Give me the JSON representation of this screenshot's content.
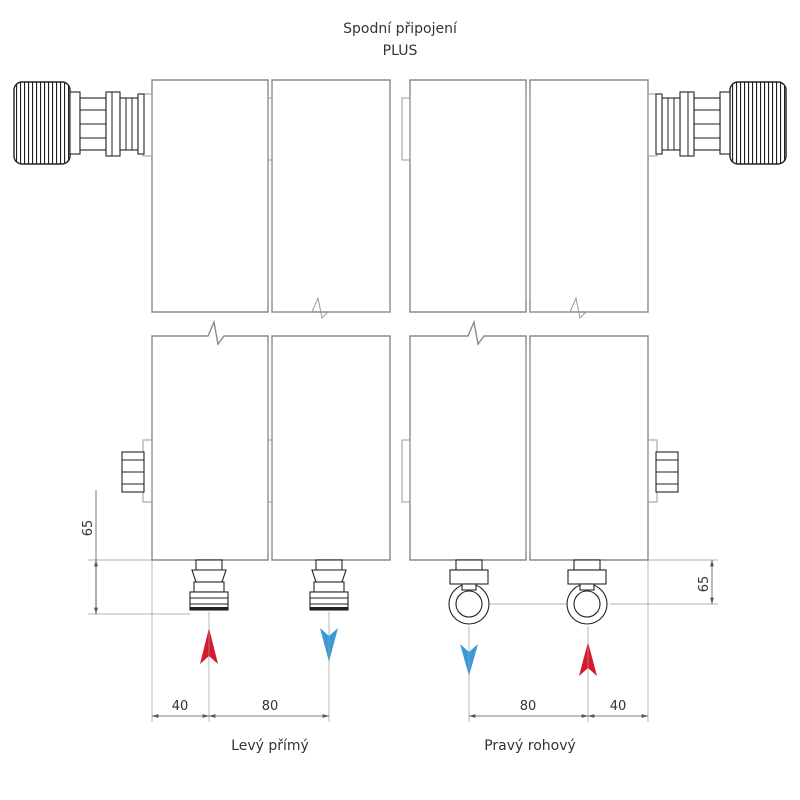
{
  "title": {
    "line1": "Spodní připojení",
    "line2": "PLUS"
  },
  "dimensions": {
    "left_vertical": "65",
    "right_vertical": "65",
    "left_offset": "40",
    "left_spacing": "80",
    "right_spacing": "80",
    "right_offset": "40"
  },
  "labels": {
    "left": "Levý přímý",
    "right": "Pravý rohový"
  },
  "colors": {
    "supply_arrow": "#d7192e",
    "return_arrow": "#3a9ad9",
    "panel_stroke": "#8a8a8a"
  },
  "icons": {
    "supply": "arrow-up-icon",
    "return": "arrow-down-icon",
    "thermostat": "thermostatic-head-icon"
  }
}
